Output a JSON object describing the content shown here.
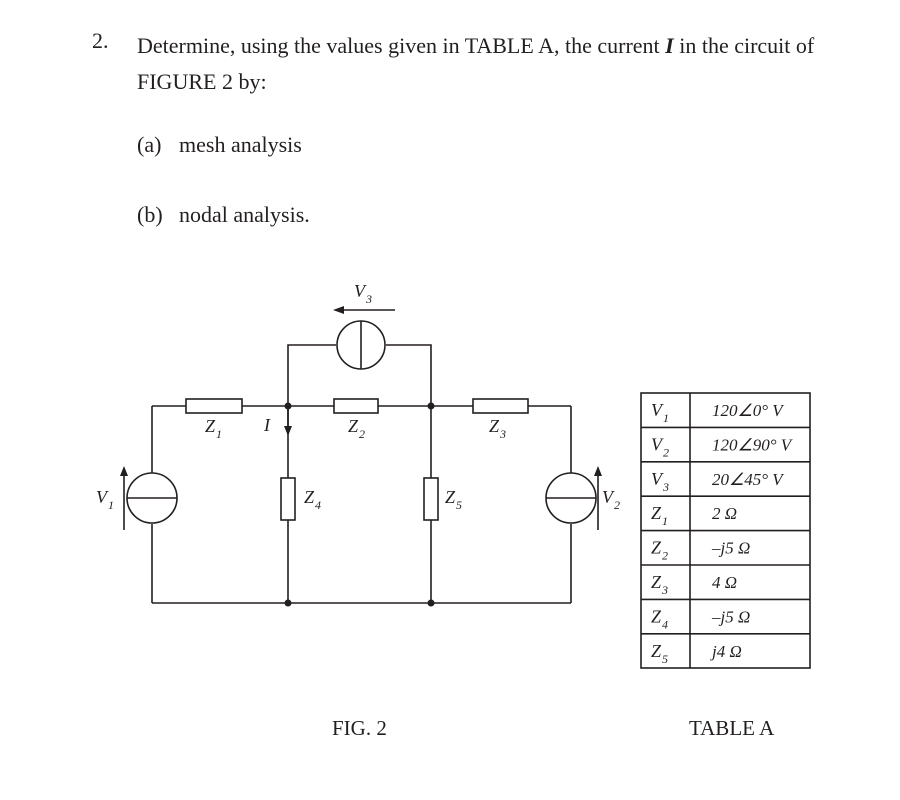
{
  "question": {
    "number": "2.",
    "intro_before": "Determine, using the values given in TABLE A, the current ",
    "symbol": "I",
    "intro_after": " in the circuit of FIGURE 2 by:",
    "parts": [
      {
        "label": "(a)",
        "text": "mesh analysis"
      },
      {
        "label": "(b)",
        "text": "nodal analysis."
      }
    ]
  },
  "figure": {
    "caption": "FIG. 2",
    "labels": {
      "v1": "V",
      "v1_sub": "1",
      "v2": "V",
      "v2_sub": "2",
      "v3": "V",
      "v3_sub": "3",
      "z1": "Z",
      "z1_sub": "1",
      "z2": "Z",
      "z2_sub": "2",
      "z3": "Z",
      "z3_sub": "3",
      "z4": "Z",
      "z4_sub": "4",
      "z5": "Z",
      "z5_sub": "5",
      "current": "I"
    }
  },
  "table": {
    "caption": "TABLE A",
    "rows": [
      {
        "sym": "V",
        "sub": "1",
        "value": "120∠0° V"
      },
      {
        "sym": "V",
        "sub": "2",
        "value": "120∠90° V"
      },
      {
        "sym": "V",
        "sub": "3",
        "value": "20∠45° V"
      },
      {
        "sym": "Z",
        "sub": "1",
        "value": "2 Ω"
      },
      {
        "sym": "Z",
        "sub": "2",
        "value": "–j5 Ω"
      },
      {
        "sym": "Z",
        "sub": "3",
        "value": "4 Ω"
      },
      {
        "sym": "Z",
        "sub": "4",
        "value": "–j5 Ω"
      },
      {
        "sym": "Z",
        "sub": "5",
        "value": "j4 Ω"
      }
    ]
  }
}
